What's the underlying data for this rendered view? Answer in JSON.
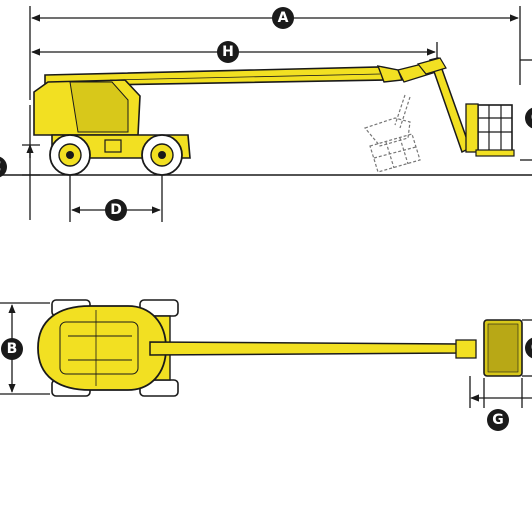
{
  "diagram": {
    "side_view": {
      "labels": [
        "A",
        "H",
        "D"
      ],
      "partial_labels": [
        "C",
        "C"
      ]
    },
    "top_view": {
      "labels": [
        "B",
        "G"
      ],
      "partial_labels": [
        "C"
      ]
    },
    "colors": {
      "machine": "#f2e022",
      "machine_dark": "#d8c81a",
      "outline": "#1a1a1a",
      "label_circle": "#1a1a1a",
      "ghost_outline": "#777777"
    }
  }
}
